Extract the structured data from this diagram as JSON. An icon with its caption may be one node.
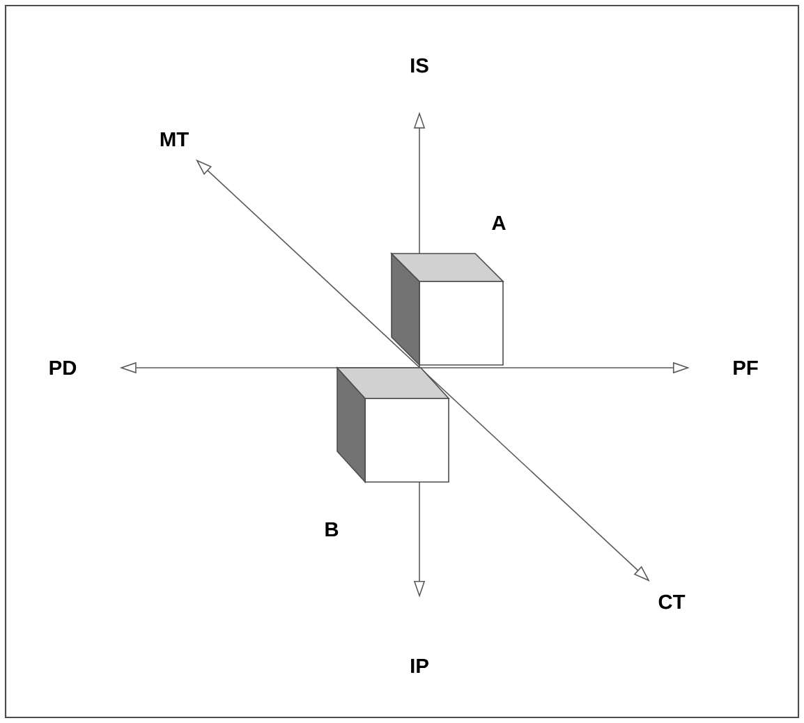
{
  "diagram": {
    "nodes": [
      {
        "text": [
          "IS"
        ]
      },
      {
        "text": [
          "IP"
        ]
      },
      {
        "text": [
          "PD"
        ]
      },
      {
        "text": [
          "PF"
        ]
      },
      {
        "text": [
          "MT"
        ]
      },
      {
        "text": [
          "CT"
        ]
      },
      {
        "text": [
          "A"
        ]
      },
      {
        "text": [
          "B"
        ]
      }
    ],
    "edges": [
      {
        "from": 2,
        "to": 3,
        "arrow": "both"
      },
      {
        "from": 0,
        "to": 1,
        "arrow": "both"
      },
      {
        "from": 4,
        "to": 5,
        "arrow": "both"
      }
    ]
  }
}
